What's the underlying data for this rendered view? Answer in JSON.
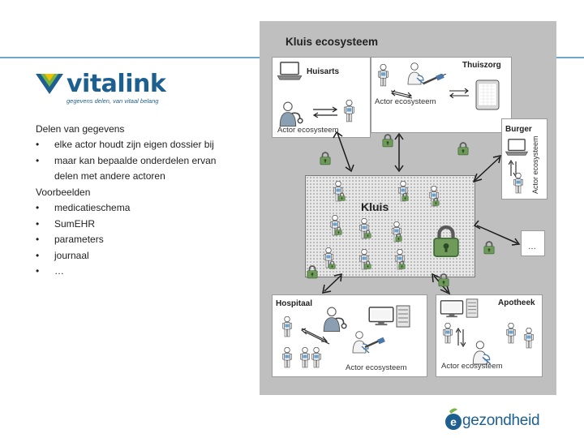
{
  "branding": {
    "logo_name": "vitalink",
    "logo_tagline": "gegevens delen, van vitaal belang",
    "footer_logo": "gezondheid",
    "footer_logo_letter": "e"
  },
  "text": {
    "heading1": "Delen van gegevens",
    "bullets1": [
      "elke actor houdt zijn eigen dossier bij",
      "maar kan bepaalde onderdelen ervan delen met andere actoren"
    ],
    "heading2": "Voorbeelden",
    "bullets2": [
      "medicatieschema",
      "SumEHR",
      "parameters",
      "journaal",
      "…"
    ]
  },
  "diagram": {
    "title": "Kluis ecosysteem",
    "kluis_label": "Kluis",
    "actors": {
      "huisarts": "Huisarts",
      "thuiszorg": "Thuiszorg",
      "burger": "Burger",
      "hospitaal": "Hospitaal",
      "apotheek": "Apotheek",
      "more": "…"
    },
    "actor_ecosystem_label": "Actor ecosysteem",
    "lock_color": "#6f9a5a",
    "lock_color_dark": "#3f6b36"
  }
}
